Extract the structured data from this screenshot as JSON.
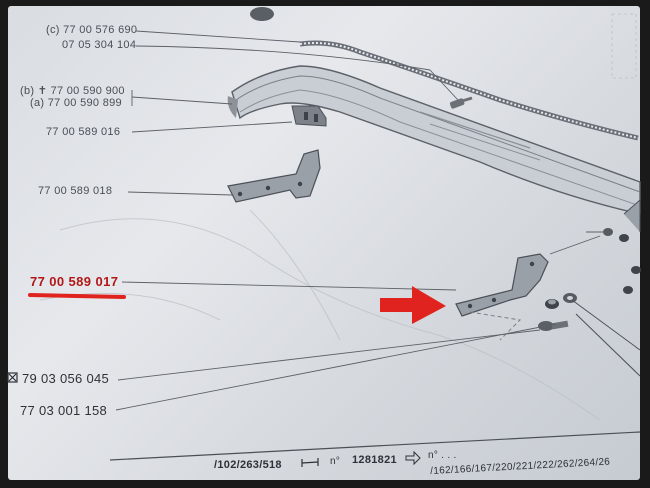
{
  "labels": {
    "part_c_1": "(c) 77 00 576 690",
    "part_c_2": "07 05 304 104",
    "part_b": "(b) ✝ 77 00 590 900",
    "part_a": "(a) 77 00 590 899",
    "part_016": "77 00 589 016",
    "part_018": "77 00 589 018",
    "part_017": "77 00 589 017",
    "part_045": "79 03 056 045",
    "part_158": "77 03 001 158"
  },
  "footer": {
    "ref_left": "/102/263/518",
    "n_label": "n°",
    "serial": "1281821",
    "n_label2": "n° . . .",
    "ref_right": "/162/166/167/220/221/222/262/264/26"
  },
  "colors": {
    "highlight": "#e0231e",
    "paper": "#dfe2e6",
    "ink": "#4a4f57"
  },
  "icons": {
    "arrow": "arrow-right-icon",
    "footnote": "boxed-x-icon"
  }
}
